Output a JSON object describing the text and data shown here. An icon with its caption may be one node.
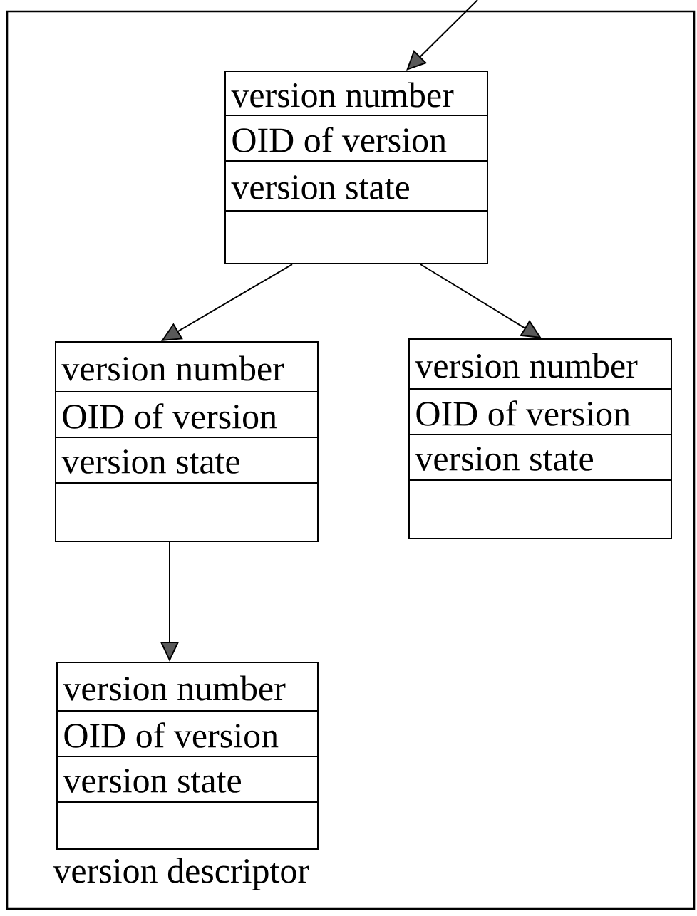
{
  "diagram": {
    "nodes": [
      {
        "text": [],
        "shape": "box"
      },
      {
        "text": [
          "version number",
          "OID of version",
          "version state"
        ],
        "in": 0
      },
      {
        "text": [
          "version number",
          "OID of version",
          "version state"
        ],
        "in": 0
      },
      {
        "text": [
          "version number",
          "OID of version",
          "version state"
        ],
        "in": 0
      },
      {
        "text": [
          "version number",
          "OID of version",
          "version state"
        ],
        "in": 0,
        "beside": [
          "version descriptor"
        ]
      }
    ],
    "edges": [
      {
        "from": null,
        "to": 1,
        "arrow": "to"
      },
      {
        "from": 1,
        "to": 2,
        "arrow": "to"
      },
      {
        "from": 1,
        "to": 3,
        "arrow": "to"
      },
      {
        "from": 2,
        "to": 4,
        "arrow": "to"
      }
    ]
  }
}
